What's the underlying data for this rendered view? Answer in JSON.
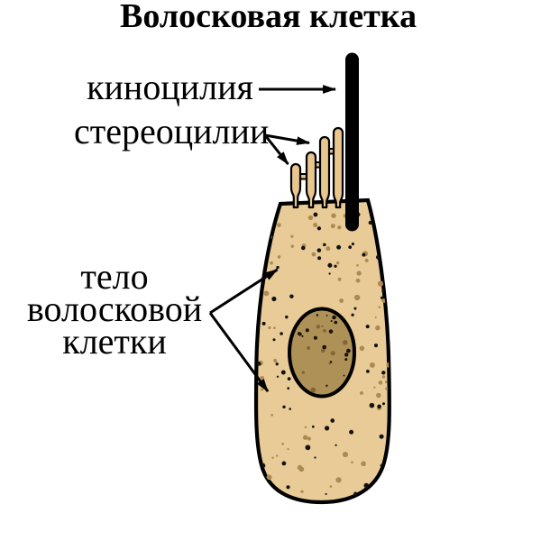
{
  "title": "Волосковая клетка",
  "labels": {
    "kinocilium": "киноцилия",
    "stereocilia": "стереоцилии",
    "cell_body": [
      "тело",
      "волосковой",
      "клетки"
    ]
  },
  "colors": {
    "background": "#ffffff",
    "outline": "#000000",
    "cell_fill": "#e8cb96",
    "stereocilia_fill": "#e9c68e",
    "nucleus_fill": "#ae9157",
    "speckle_dark": "#121212",
    "speckle_brown": "#ad8a52",
    "nucleus_speckle_dark": "#1c1208",
    "nucleus_speckle_brown": "#826638"
  }
}
